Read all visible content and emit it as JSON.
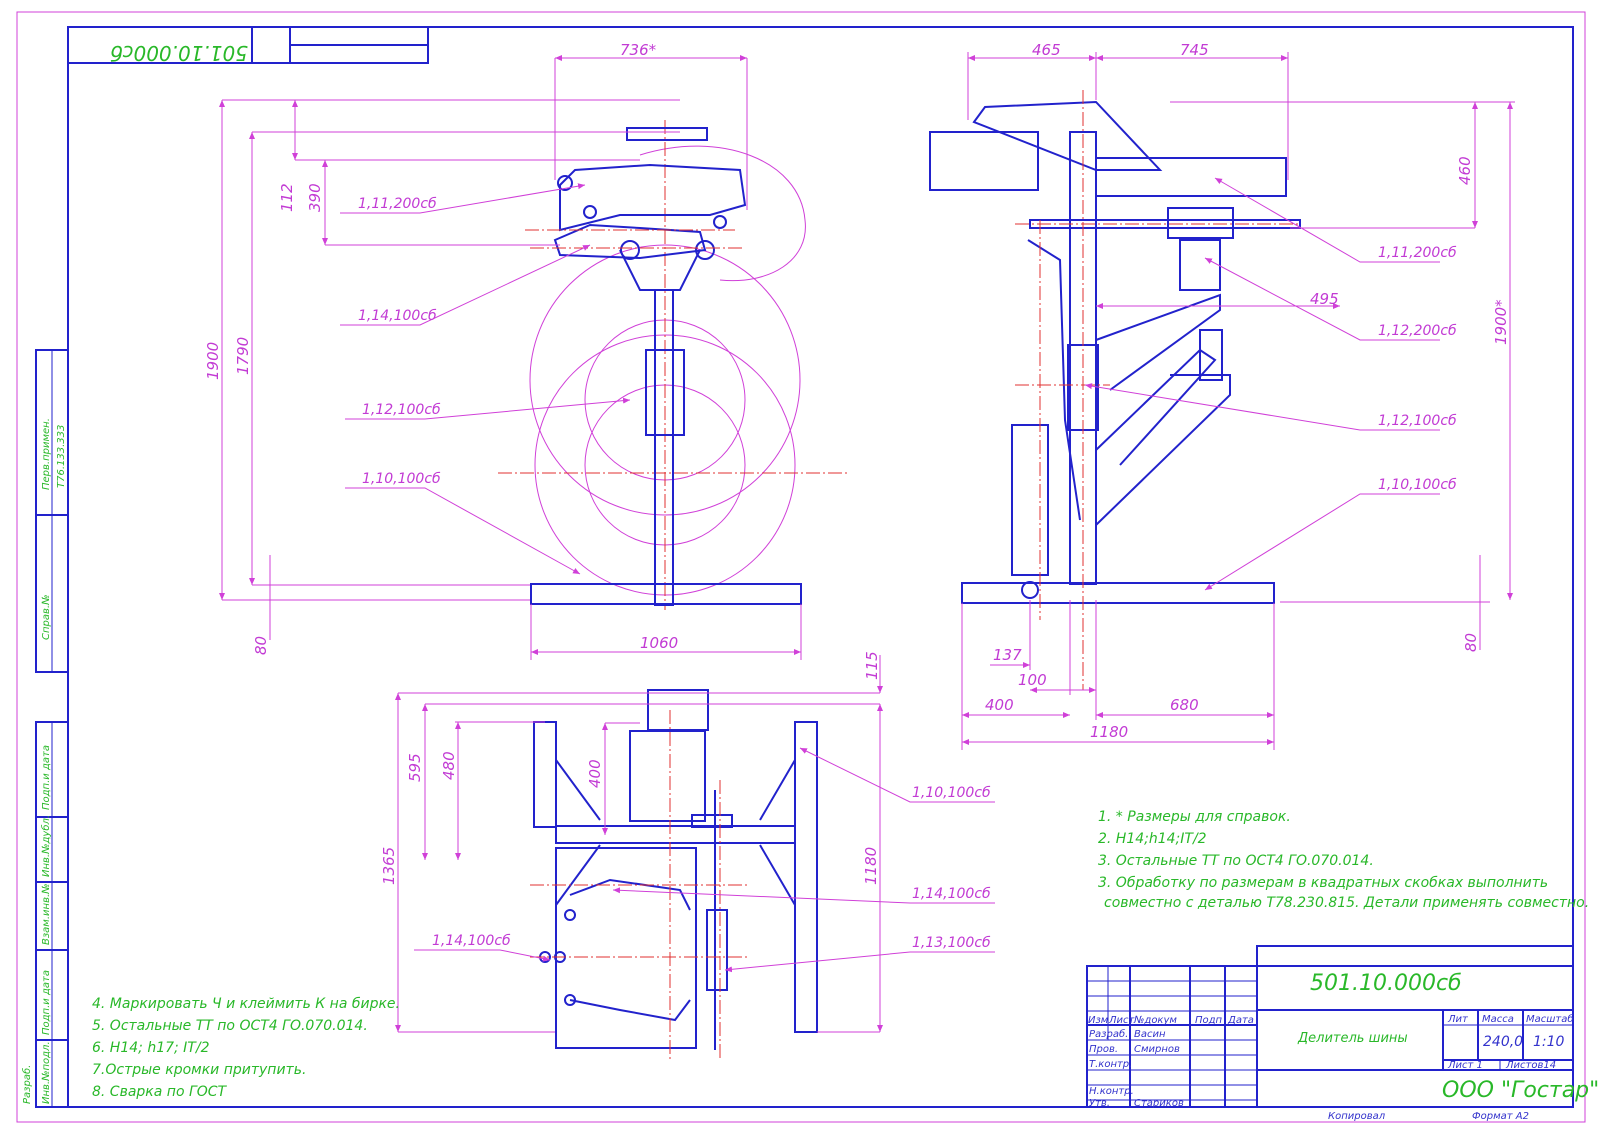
{
  "stamp": {
    "designation": "501.10.000сб",
    "title": "Делитель шины",
    "company": "ООО \"Гостар\"",
    "col_headers": {
      "izm": "Изм",
      "list": "Лист",
      "doc": "№докум",
      "podp": "Подп",
      "data": "Дата"
    },
    "rows": [
      {
        "role": "Разраб.",
        "name": "Васин"
      },
      {
        "role": "Пров.",
        "name": "Смирнов"
      },
      {
        "role": "Т.контр.",
        "name": ""
      },
      {
        "role": "Н.контр.",
        "name": ""
      },
      {
        "role": "Утв.",
        "name": "Стариков"
      }
    ],
    "lit_label": "Лит",
    "mass_label": "Масса",
    "scale_label": "Масштаб",
    "mass": "240,0",
    "scale": "1:10",
    "sheet": "Лист 1",
    "sheets": "Листов14",
    "copied": "Копировал",
    "format": "Формат А2"
  },
  "corner_code": "501.10.000сб",
  "left_strip": {
    "perv_primen": "Перв.примен.",
    "perv_value": "Т76.133.333",
    "sprav": "Справ.№",
    "podp_data_1": "Подп.и дата",
    "inv_dubl": "Инв.№дубл.",
    "vzam_inv": "Взам.инв.№",
    "podp_data_2": "Подп.и дата",
    "inv_podl": "Инв.№подл.",
    "razrab": "Разраб."
  },
  "notes_right": [
    "1. * Размеры для справок.",
    "2. Н14;h14;IT/2",
    "3. Остальные ТТ по ОСТ4 ГО.070.014.",
    "3. Обработку по размерам в квадратных скобках выполнить",
    "совместно с деталью Т78.230.815. Детали применять совместно."
  ],
  "notes_left": [
    "4. Маркировать Ч и клеймить К на бирке.",
    "5. Остальные ТТ по ОСТ4 ГО.070.014.",
    "6. Н14; h17; IT/2",
    "7.Острые кромки притупить.",
    "8. Сварка по ГОСТ"
  ],
  "front_view": {
    "dims": {
      "top": "736*",
      "d112": "112",
      "d390": "390",
      "d1900": "1900",
      "d1790": "1790",
      "d80": "80",
      "d1060": "1060"
    },
    "leaders": [
      "1,11,200сб",
      "1,14,100сб",
      "1,12,100сб",
      "1,10,100сб"
    ]
  },
  "side_view": {
    "dims": {
      "d465": "465",
      "d745": "745",
      "d460": "460",
      "d495": "495",
      "d1900s": "1900*",
      "d80": "80",
      "d137": "137",
      "d100": "100",
      "d400": "400",
      "d680": "680",
      "d1180": "1180"
    },
    "leaders": [
      "1,11,200сб",
      "1,12,200сб",
      "1,12,100сб",
      "1,10,100сб"
    ]
  },
  "top_view": {
    "dims": {
      "d115": "115",
      "d595": "595",
      "d480": "480",
      "d400": "400",
      "d1365": "1365",
      "d1180": "1180"
    },
    "leaders": [
      "1,10,100сб",
      "1,14,100сб",
      "1,13,100сб",
      "1,14,100сб"
    ]
  }
}
